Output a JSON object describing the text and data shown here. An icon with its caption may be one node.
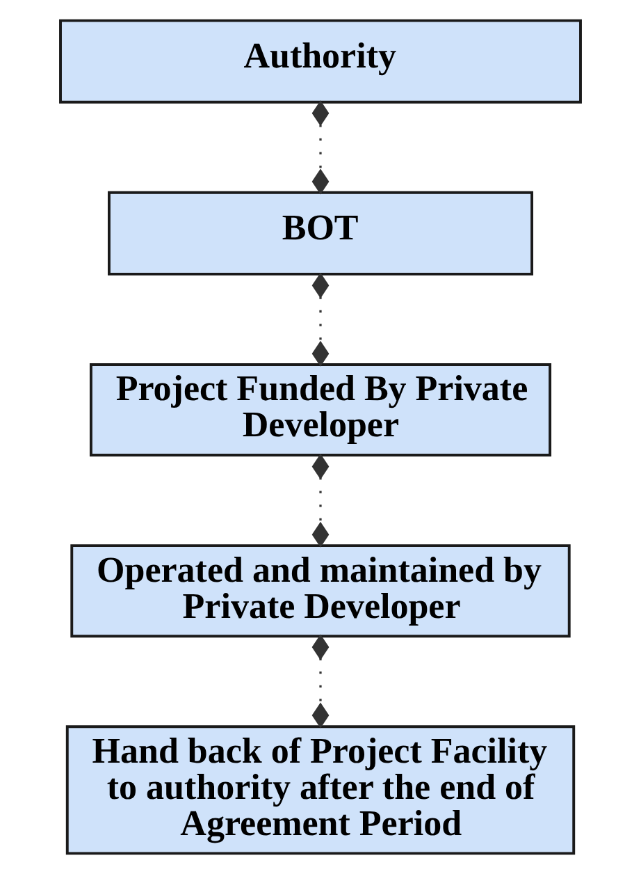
{
  "diagram": {
    "nodes": [
      {
        "text": [
          "Authority"
        ]
      },
      {
        "text": [
          "BOT"
        ]
      },
      {
        "text": [
          "Project Funded By Private Developer"
        ]
      },
      {
        "text": [
          "Operated and maintained by Private Developer"
        ]
      },
      {
        "text": [
          "Hand back of Project Facility to authority after the end of Agreement Period"
        ]
      }
    ],
    "edges": [
      {
        "from": 0,
        "to": 1,
        "arrow": "other",
        "style": "dashed"
      },
      {
        "from": 1,
        "to": 2,
        "arrow": "other",
        "style": "dashed"
      },
      {
        "from": 2,
        "to": 3,
        "arrow": "other",
        "style": "dashed"
      },
      {
        "from": 3,
        "to": 4,
        "arrow": "other",
        "style": "dashed"
      }
    ]
  }
}
